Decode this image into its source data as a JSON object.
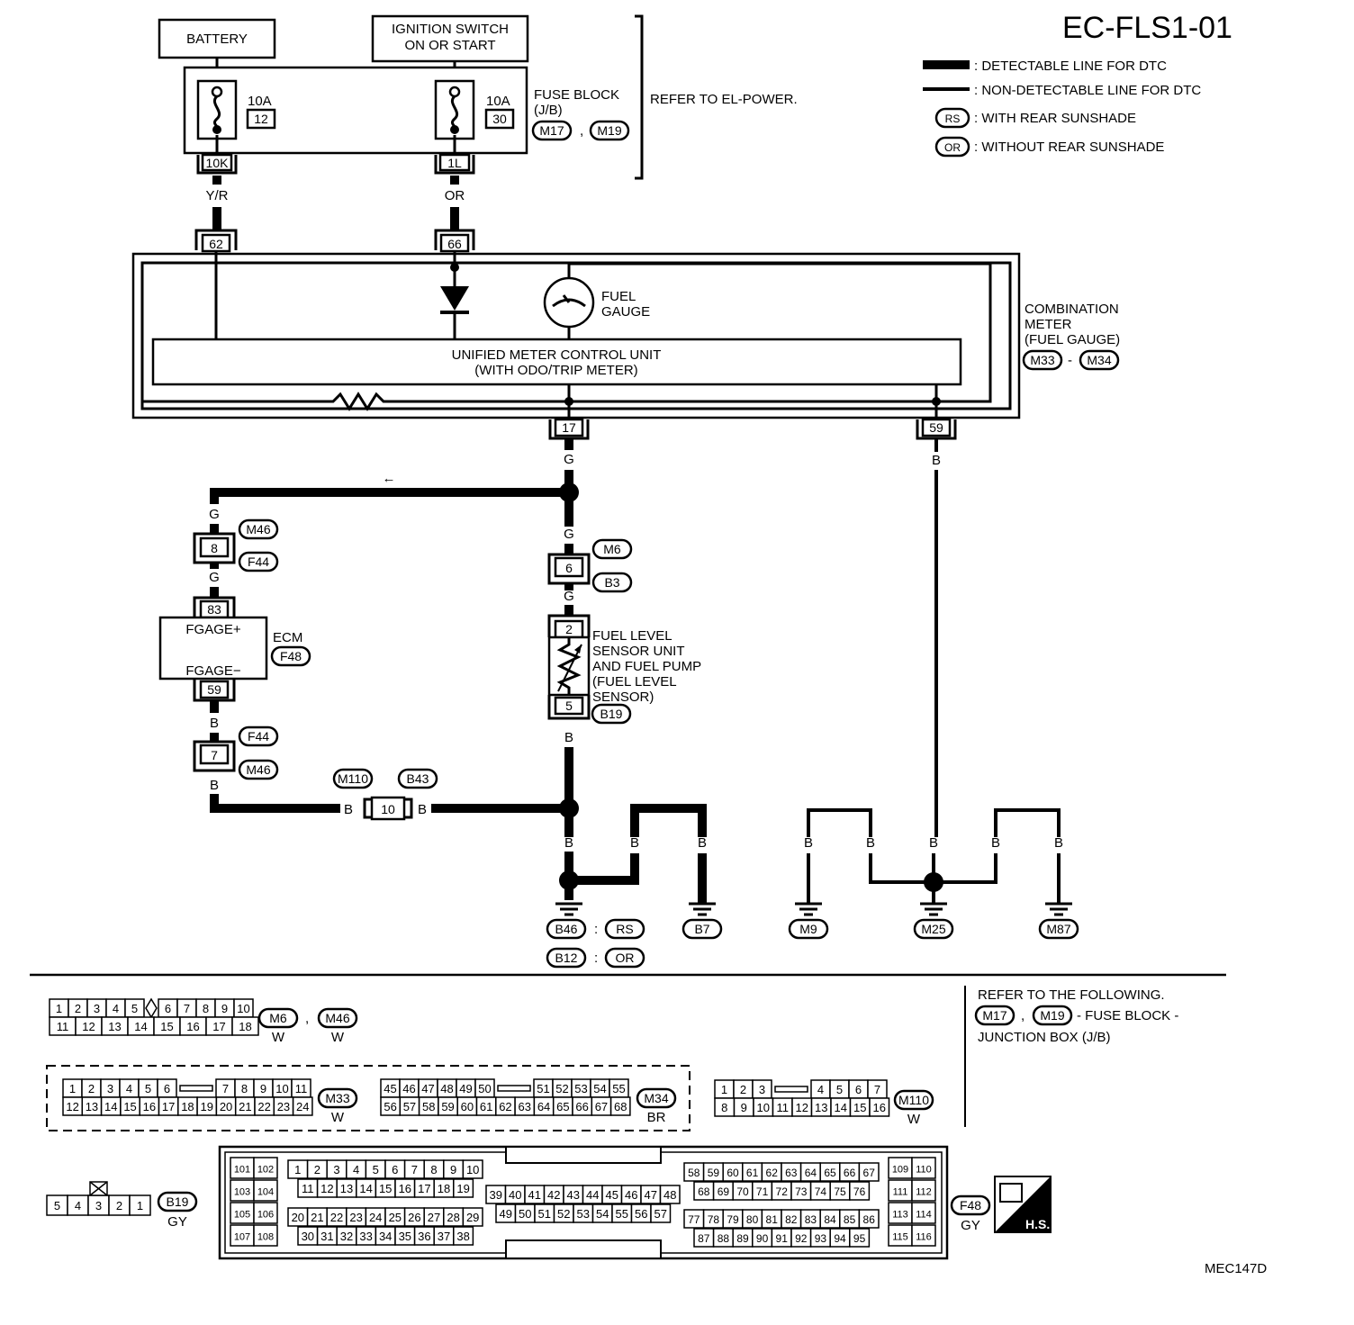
{
  "header": {
    "title": "EC-FLS1-01",
    "legend": {
      "detectable": ": DETECTABLE LINE FOR DTC",
      "non_detectable": ": NON-DETECTABLE LINE FOR DTC",
      "rs_tag": "RS",
      "rs_text": ": WITH REAR SUNSHADE",
      "or_tag": "OR",
      "or_text": ": WITHOUT REAR SUNSHADE"
    }
  },
  "power": {
    "battery": "BATTERY",
    "ignition_line1": "IGNITION SWITCH",
    "ignition_line2": "ON OR START",
    "fuse1_amp": "10A",
    "fuse1_num": "12",
    "fuse2_amp": "10A",
    "fuse2_num": "30",
    "fuse_block_line1": "FUSE BLOCK",
    "fuse_block_line2": "(J/B)",
    "fuse_block_conn1": "M17",
    "fuse_block_conn2": "M19",
    "comma": ",",
    "refer": "REFER TO EL-POWER.",
    "term1": "10K",
    "term2": "1L",
    "wire1": "Y/R",
    "wire2": "OR"
  },
  "meter": {
    "pin_62": "62",
    "pin_66": "66",
    "pin_17": "17",
    "pin_59": "59",
    "gauge_line1": "FUEL",
    "gauge_line2": "GAUGE",
    "unit_line1": "UNIFIED METER CONTROL UNIT",
    "unit_line2": "(WITH ODO/TRIP METER)",
    "label_line1": "COMBINATION",
    "label_line2": "METER",
    "label_line3": "(FUEL GAUGE)",
    "conn1": "M33",
    "conn2": "M34",
    "dash": "-"
  },
  "wiring": {
    "g": "G",
    "b": "B",
    "arrow": "←",
    "m46": "M46",
    "f44": "F44",
    "pin_8": "8",
    "pin_7": "7",
    "m6": "M6",
    "b3": "B3",
    "pin_6": "6",
    "m110": "M110",
    "b43": "B43",
    "pin_10": "10"
  },
  "ecm": {
    "pin_83": "83",
    "pin_59": "59",
    "fgage_plus": "FGAGE+",
    "fgage_minus": "FGAGE−",
    "label": "ECM",
    "conn": "F48"
  },
  "sensor": {
    "pin_2": "2",
    "pin_5": "5",
    "line1": "FUEL LEVEL",
    "line2": "SENSOR UNIT",
    "line3": "AND FUEL PUMP",
    "line4": "(FUEL LEVEL",
    "line5": "SENSOR)",
    "conn": "B19"
  },
  "grounds": {
    "b46": "B46",
    "b12": "B12",
    "colon": ":",
    "rs": "RS",
    "or": "OR",
    "b7": "B7",
    "m9": "M9",
    "m25": "M25",
    "m87": "M87"
  },
  "connectors": {
    "m6_m46": {
      "row1": [
        "1",
        "2",
        "3",
        "4",
        "5",
        "",
        "6",
        "7",
        "8",
        "9",
        "10"
      ],
      "row2": [
        "11",
        "12",
        "13",
        "14",
        "15",
        "16",
        "17",
        "18"
      ],
      "name1": "M6",
      "name2": "M46",
      "color": "W",
      "comma": ","
    },
    "m33": {
      "row1": [
        "1",
        "2",
        "3",
        "4",
        "5",
        "6",
        "",
        "7",
        "8",
        "9",
        "10",
        "11"
      ],
      "row2": [
        "12",
        "13",
        "14",
        "15",
        "16",
        "17",
        "18",
        "19",
        "20",
        "21",
        "22",
        "23",
        "24"
      ],
      "name": "M33",
      "color": "W"
    },
    "m34": {
      "row1": [
        "45",
        "46",
        "47",
        "48",
        "49",
        "50",
        "",
        "51",
        "52",
        "53",
        "54",
        "55"
      ],
      "row2": [
        "56",
        "57",
        "58",
        "59",
        "60",
        "61",
        "62",
        "63",
        "64",
        "65",
        "66",
        "67",
        "68"
      ],
      "name": "M34",
      "color": "BR"
    },
    "m110": {
      "row1": [
        "1",
        "2",
        "3",
        "",
        "4",
        "5",
        "6",
        "7"
      ],
      "row2": [
        "8",
        "9",
        "10",
        "11",
        "12",
        "13",
        "14",
        "15",
        "16"
      ],
      "name": "M110",
      "color": "W"
    },
    "b19": {
      "pins": [
        "5",
        "4",
        "3",
        "2",
        "1"
      ],
      "name": "B19",
      "color": "GY"
    },
    "f48": {
      "left_pairs": [
        [
          "101",
          "102"
        ],
        [
          "103",
          "104"
        ],
        [
          "105",
          "106"
        ],
        [
          "107",
          "108"
        ]
      ],
      "a1": [
        "1",
        "2",
        "3",
        "4",
        "5",
        "6",
        "7",
        "8",
        "9",
        "10"
      ],
      "a2": [
        "11",
        "12",
        "13",
        "14",
        "15",
        "16",
        "17",
        "18",
        "19"
      ],
      "a3": [
        "20",
        "21",
        "22",
        "23",
        "24",
        "25",
        "26",
        "27",
        "28",
        "29"
      ],
      "a4": [
        "30",
        "31",
        "32",
        "33",
        "34",
        "35",
        "36",
        "37",
        "38"
      ],
      "b1": [
        "39",
        "40",
        "41",
        "42",
        "43",
        "44",
        "45",
        "46",
        "47",
        "48"
      ],
      "b2": [
        "49",
        "50",
        "51",
        "52",
        "53",
        "54",
        "55",
        "56",
        "57"
      ],
      "c1": [
        "58",
        "59",
        "60",
        "61",
        "62",
        "63",
        "64",
        "65",
        "66",
        "67"
      ],
      "c2": [
        "68",
        "69",
        "70",
        "71",
        "72",
        "73",
        "74",
        "75",
        "76"
      ],
      "c3": [
        "77",
        "78",
        "79",
        "80",
        "81",
        "82",
        "83",
        "84",
        "85",
        "86"
      ],
      "c4": [
        "87",
        "88",
        "89",
        "90",
        "91",
        "92",
        "93",
        "94",
        "95"
      ],
      "right_pairs": [
        [
          "109",
          "110"
        ],
        [
          "111",
          "112"
        ],
        [
          "113",
          "114"
        ],
        [
          "115",
          "116"
        ]
      ],
      "name": "F48",
      "color": "GY"
    }
  },
  "refer_box": {
    "line1": "REFER TO THE FOLLOWING.",
    "conn1": "M17",
    "conn2": "M19",
    "line2": "- FUSE BLOCK -",
    "line3": "JUNCTION BOX (J/B)"
  },
  "hs_badge": "H.S.",
  "footer_code": "MEC147D"
}
